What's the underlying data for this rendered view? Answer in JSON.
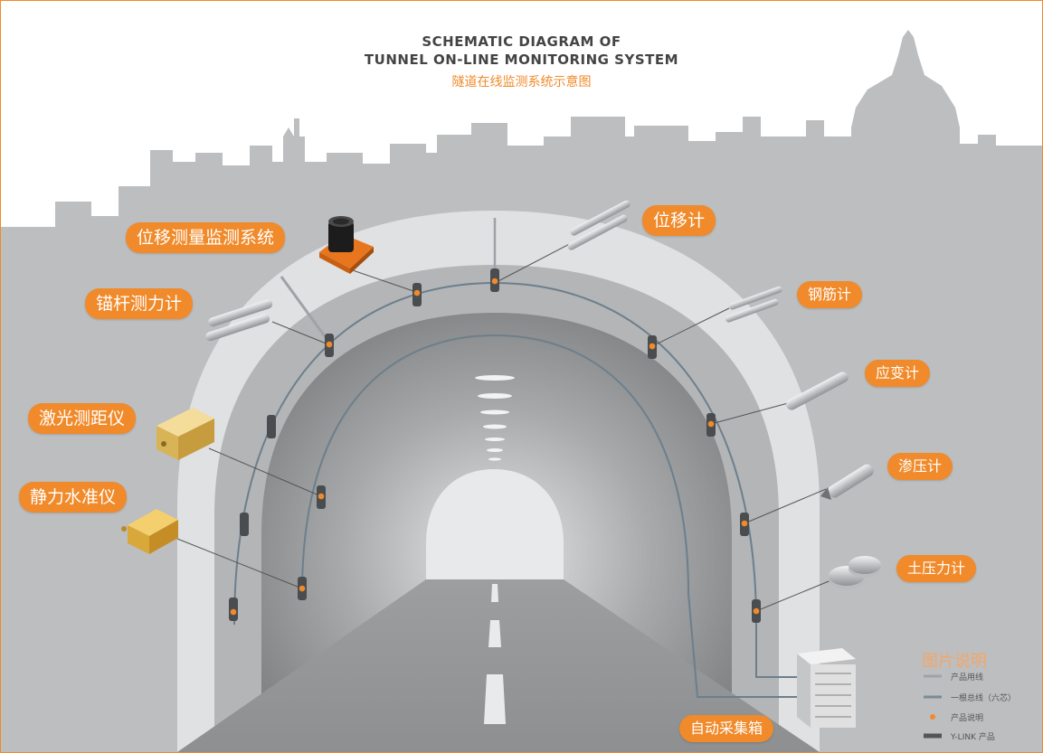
{
  "title": {
    "line1": "SCHEMATIC DIAGRAM OF",
    "line2": "TUNNEL ON-LINE MONITORING SYSTEM",
    "cn": "隧道在线监测系统示意图"
  },
  "labels": {
    "displacement_system": "位移测量监测系统",
    "displacement_meter": "位移计",
    "anchor_force": "锚杆测力计",
    "rebar_meter": "钢筋计",
    "strain_gauge": "应变计",
    "laser_range": "激光测距仪",
    "piezometer": "渗压计",
    "static_level": "静力水准仪",
    "earth_pressure": "土压力计",
    "collector_box": "自动采集箱"
  },
  "legend": {
    "title": "图片说明",
    "items": [
      {
        "text": "产品用线",
        "color": "#9ea3a7"
      },
      {
        "text": "一根总线（六芯）",
        "color": "#7a8c97"
      },
      {
        "text": "产品说明",
        "color": "#f08a2a"
      },
      {
        "text": "Y-LINK 产品",
        "color": "#555555"
      }
    ]
  },
  "colors": {
    "accent": "#f08a2a",
    "skyline": "#b9bbbd",
    "ground": "#a9abad",
    "tunnel_ring": "#dcdedf",
    "bus_line": "#6d7f8b"
  }
}
